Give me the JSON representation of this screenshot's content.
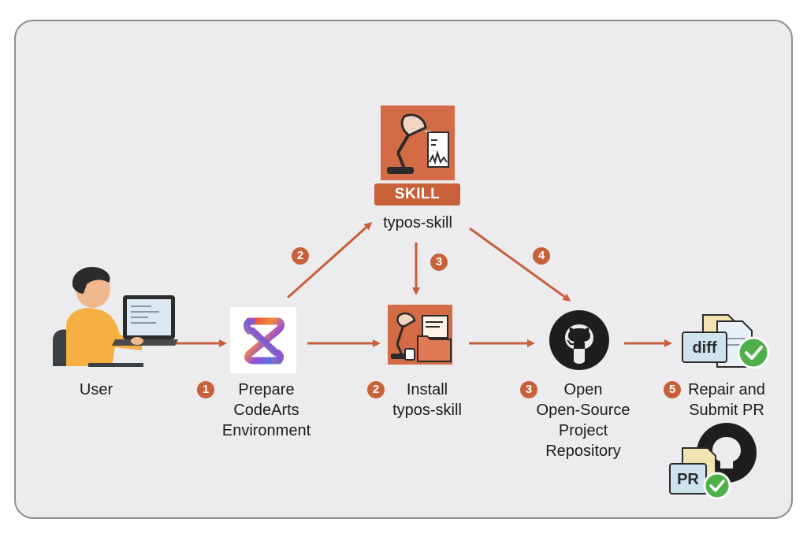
{
  "skill": {
    "banner": "SKILL",
    "name": "typos-skill"
  },
  "nodes": {
    "user": "User",
    "prepare": {
      "line1": "Prepare",
      "line2": "CodeArts",
      "line3": "Environment"
    },
    "install": {
      "line1": "Install",
      "line2": "typos-skill"
    },
    "open": {
      "line1": "Open",
      "line2": "Open-Source",
      "line3": "Project",
      "line4": "Repository"
    },
    "repair": {
      "line1": "Repair and",
      "line2": "Submit PR"
    }
  },
  "badges": {
    "step_prepare": "1",
    "step_install": "2",
    "step_open": "3",
    "step_repair": "5",
    "arrow_to_skill": "2",
    "arrow_skill_to_install": "3",
    "arrow_skill_to_repo": "4"
  },
  "icons": {
    "diff_text": "diff",
    "pr_text": "PR"
  },
  "colors": {
    "accent": "#c8603a",
    "icon_bg": "#d36b47",
    "background": "#ecebed",
    "github": "#1e1e1e",
    "check": "#4fb04a",
    "file": "#cfe3ef"
  }
}
